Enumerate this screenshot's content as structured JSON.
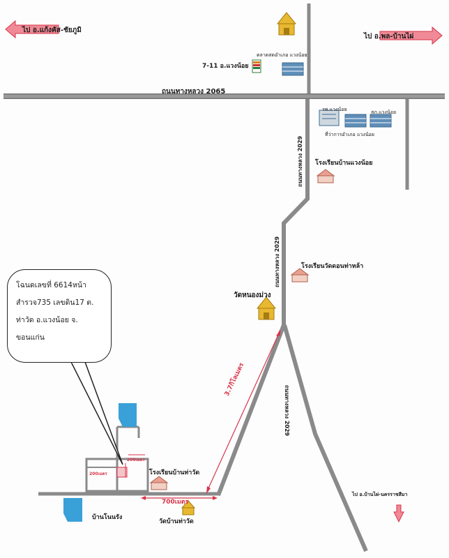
{
  "directions": {
    "to_kaeng_khro": "ไป อ.แก้งคัส-ชัยภูมิ",
    "to_phon": "ไป อ.พล-บ้านไผ่",
    "to_ban_phai_nakhon": "ไป อ.บ้านไผ่-นครราชสีมา"
  },
  "roads": {
    "highway_2065": "ถนนทางหลวง 2065",
    "highway_2029_upper": "ถนนทางหลวง 2029",
    "highway_2029_lower": "ถนนทางหลวง 2029",
    "highway_2029_east": "ถนนทางหลวง 2029"
  },
  "landmarks": {
    "seven_eleven": "7-11 อ.แวงน้อย",
    "market": "ตลาดสดอำเภอ แวงน้อย",
    "district_office": "ที่ว่าการอำเภอ แวงน้อย",
    "hospital": "รพ.แวงน้อย",
    "municipality": "สภ.แวงน้อย",
    "school_top": "โรงเรียนบ้านแวงน้อย",
    "school_mid": "โรงเรียนวัดดอนท่าหล้า",
    "temple": "วัดหนองม่วง",
    "school_bottom": "โรงเรียนบ้านท่าวัด",
    "temple_bottom": "วัดบ้านท่าวัด",
    "village": "บ้านโนนรัง"
  },
  "distances": {
    "km_3_7": "3.7กิโลเมตร",
    "m_700": "700เมตร",
    "m_200_a": "200เมตร",
    "m_200_b": "200เมตร"
  },
  "deed": {
    "line1": "โฉนดเลขที่ 6614หน้า",
    "line2": "สำรวจ735 เลขดิน17 ต.",
    "line3": "ท่าวัด อ.แวงน้อย จ.",
    "line4": "ขอนแก่น"
  },
  "colors": {
    "arrow_fill": "#f08a96",
    "arrow_stroke": "#d8344a",
    "road": "#8a8a8a",
    "road_dark": "#6a6a6a",
    "plot_blue": "#3aa0d8",
    "building_blue": "#5f8fb8",
    "temple_gold": "#e8b830"
  }
}
